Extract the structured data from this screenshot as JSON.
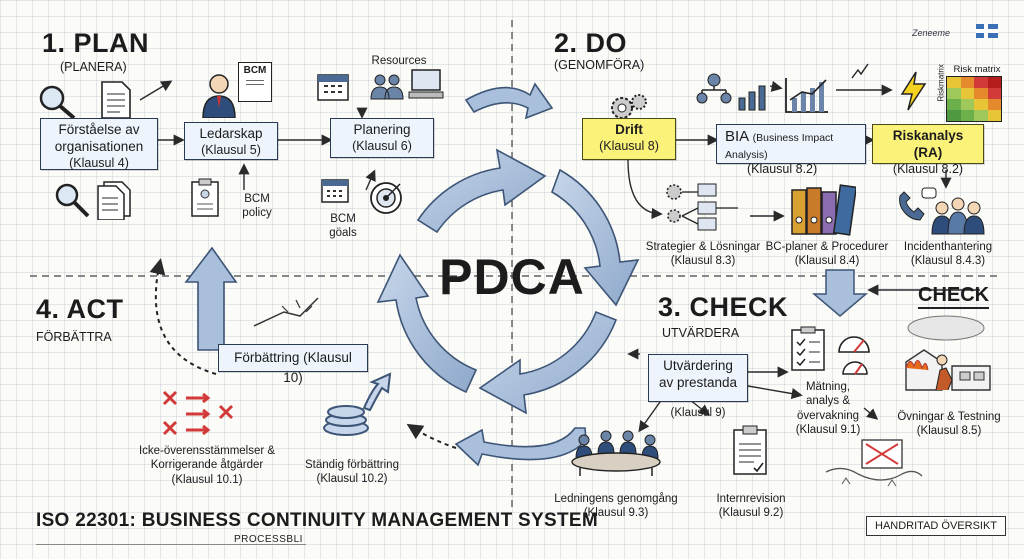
{
  "signature_text": "Zeneeme",
  "center": {
    "label": "PDCA"
  },
  "quadrants": {
    "plan": {
      "title": "1. PLAN",
      "subtitle": "(PLANERA)",
      "boxes": [
        {
          "main": "Förståelse av organisationen",
          "clause": "(Klausul 4)"
        },
        {
          "main": "Ledarskap",
          "clause": "(Klausul 5)"
        },
        {
          "main": "Planering",
          "clause": "(Klausul 6)"
        }
      ],
      "labels": {
        "bcm_doc": "BCM",
        "resources": "Resources",
        "bcm_policy": "BCM policy",
        "bcm_goals": "BCM göals"
      }
    },
    "do": {
      "title": "2. DO",
      "subtitle": "(GENOMFÖRA)",
      "drift": {
        "main": "Drift",
        "clause": "(Klausul 8)"
      },
      "bia": {
        "main": "BIA",
        "detail": "(Business Impact Analysis)",
        "clause": "(Klausul 8.2)"
      },
      "ra": {
        "main": "Riskanalys (RA)",
        "clause": "(Klausul 8.2)"
      },
      "risk_matrix_label": "Risk matrix",
      "risk_matrix_axis": "Riskmatrix",
      "items": [
        {
          "main": "Strategier & Lösningar",
          "clause": "(Klausul 8.3)"
        },
        {
          "main": "BC-planer & Procedurer",
          "clause": "(Klausul 8.4)"
        },
        {
          "main": "Incidenthantering",
          "clause": "(Klausul 8.4.3)"
        }
      ]
    },
    "check": {
      "title": "3. CHECK",
      "subtitle": "UTVÄRDERA",
      "tag": "CHECK",
      "box": {
        "main": "Utvärdering av prestanda",
        "clause": "(Klausul 9)"
      },
      "items": [
        {
          "main": "Mätning, analys & övervakning",
          "clause": "(Klausul 9.1)"
        },
        {
          "main": "Övningar & Testning",
          "clause": "(Klausul 8.5)"
        },
        {
          "main": "Ledningens genomgång",
          "clause": "(Klausul 9.3)"
        },
        {
          "main": "Internrevision",
          "clause": "(Klausul 9.2)"
        }
      ]
    },
    "act": {
      "title": "4. ACT",
      "subtitle": "FÖRBÄTTRA",
      "box": {
        "main": "Förbättring (Klausul 10)"
      },
      "items": [
        {
          "main": "Icke-överensstämmelser & Korrigerande åtgärder",
          "clause": "(Klausul 10.1)"
        },
        {
          "main": "Ständig förbättring",
          "clause": "(Klausul 10.2)"
        }
      ]
    }
  },
  "footer": {
    "title": "ISO 22301: BUSINESS CONTINUITY MANAGEMENT SYSTEM",
    "subtitle": "PROCESSBLI",
    "stamp": "HANDRITAD ÖVERSIKT"
  },
  "colors": {
    "yellow": "#fbf27a",
    "box_blue": "#eef4fb",
    "arrow": "#7f9cc0",
    "ink": "#2a3a55",
    "red": "#d23a3a"
  }
}
